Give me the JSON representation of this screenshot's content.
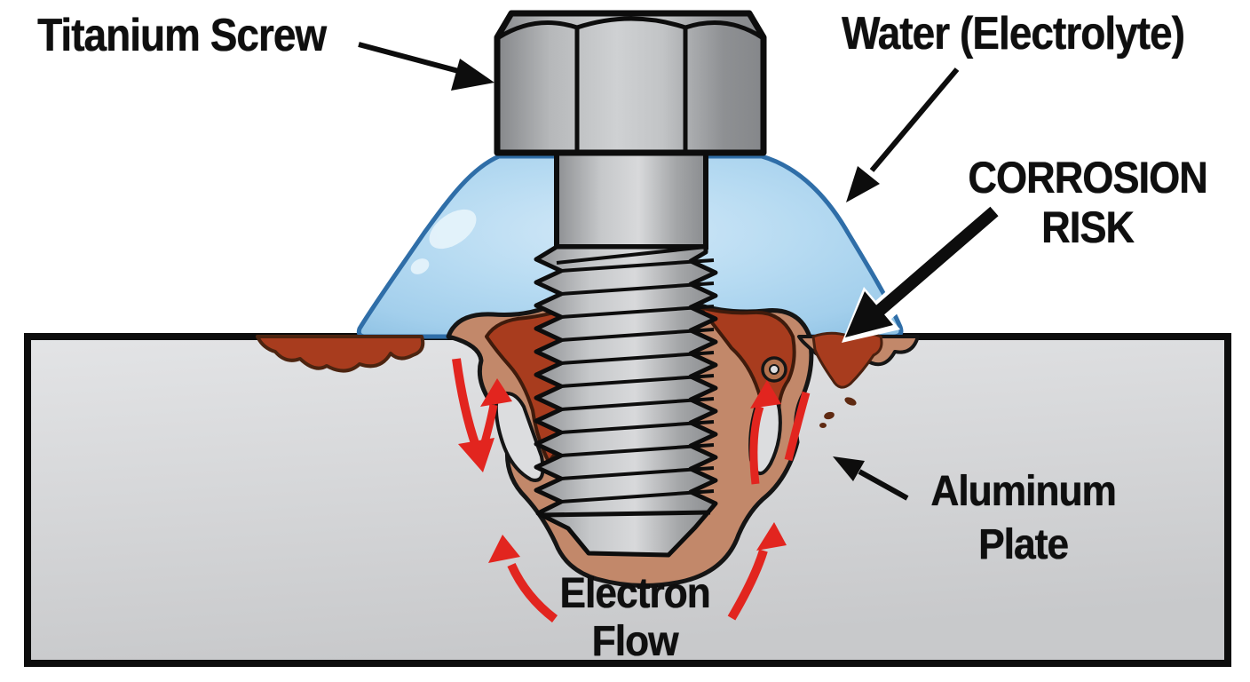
{
  "diagram": {
    "type": "galvanic-corrosion-illustration",
    "labels": {
      "titanium_screw": "Titanium Screw",
      "water_electrolyte": "Water (Electrolyte)",
      "corrosion_risk_line1": "CORROSION",
      "corrosion_risk_line2": "RISK",
      "aluminum_plate_line1": "Aluminum",
      "aluminum_plate_line2": "Plate",
      "electron_flow_line1": "Electron",
      "electron_flow_line2": "Flow"
    },
    "colors": {
      "background": "#FFFFFF",
      "label_text": "#0F0F0F",
      "outline_black": "#0D0D0D",
      "water_fill": "#A9D4EF",
      "water_fill_center": "#CFE7F7",
      "water_highlight": "#E4F2FA",
      "water_stroke": "#2F6EA8",
      "metal_light": "#D2D4D6",
      "metal_dark": "#8B8D90",
      "plate_fill_light": "#DCDDDF",
      "plate_fill_dark": "#CACBCD",
      "rust_dark": "#A83C1E",
      "rust_light": "#C2886A",
      "rust_speck": "#5F2A12",
      "electron_arrow_red": "#E2251F"
    }
  }
}
